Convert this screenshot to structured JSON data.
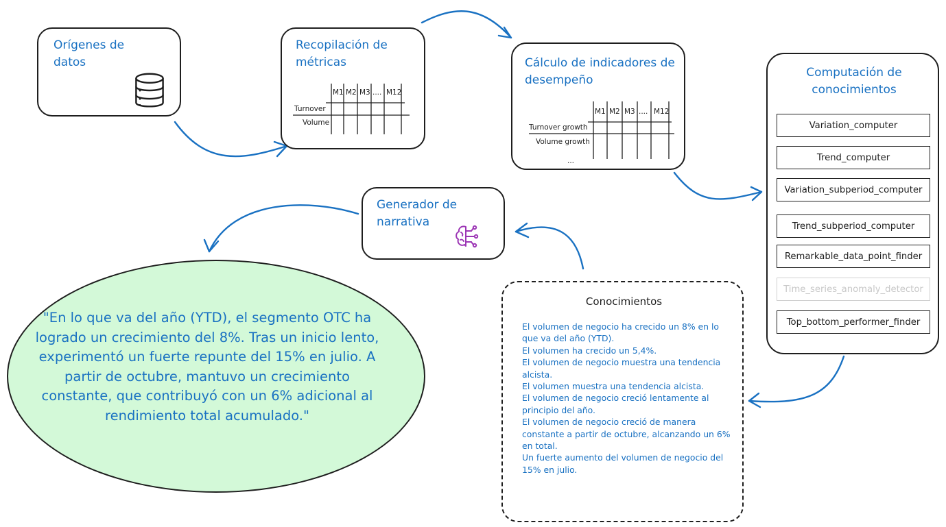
{
  "nodes": {
    "sources": {
      "title": "Orígenes de datos",
      "icon": "database-icon"
    },
    "metrics": {
      "title": "Recopilación de métricas",
      "columns": [
        "M1",
        "M2",
        "M3",
        "....",
        "M12"
      ],
      "rows": [
        "Turnover",
        "Volume"
      ]
    },
    "kpis": {
      "title": "Cálculo de indicadores de desempeño",
      "columns": [
        "M1",
        "M2",
        "M3",
        "....",
        "M12"
      ],
      "rows": [
        "Turnover growth",
        "Volume growth",
        "..."
      ]
    },
    "insights_compute": {
      "title": "Computación de conocimientos",
      "modules": [
        "Variation_computer",
        "Trend_computer",
        "Variation_subperiod_computer",
        "Trend_subperiod_computer",
        "Remarkable_data_point_finder",
        "Time_series_anomaly_detector",
        "Top_bottom_performer_finder"
      ],
      "disabled_module": "Time_series_anomaly_detector"
    },
    "narrative": {
      "title": "Generador de narrativa",
      "icon": "ai-brain-icon"
    },
    "insights": {
      "title": "Conocimientos",
      "items": [
        "El volumen de negocio ha crecido un 8% en lo que va del año (YTD).",
        "El volumen ha crecido un 5,4%.",
        "El volumen de negocio muestra una tendencia alcista.",
        "El volumen muestra una tendencia alcista.",
        "El volumen de negocio creció lentamente al principio del año.",
        "El volumen de negocio creció de manera constante a partir de octubre, alcanzando un 6% en total.",
        "Un fuerte aumento del volumen de negocio del 15% en julio."
      ]
    },
    "output": {
      "quote": "\"En lo que va del año (YTD), el segmento OTC ha logrado un crecimiento del 8%. Tras un inicio lento, experimentó un fuerte repunte del 15% en julio. A partir de octubre, mantuvo un crecimiento constante, que contribuyó con un 6% adicional al rendimiento total acumulado.\""
    }
  },
  "colors": {
    "accent": "#1971c2",
    "stroke": "#1e1e1e",
    "bubble_fill": "#d3f9d8",
    "icon_purple": "#9c36b5",
    "faded": "#c8c8c8"
  }
}
